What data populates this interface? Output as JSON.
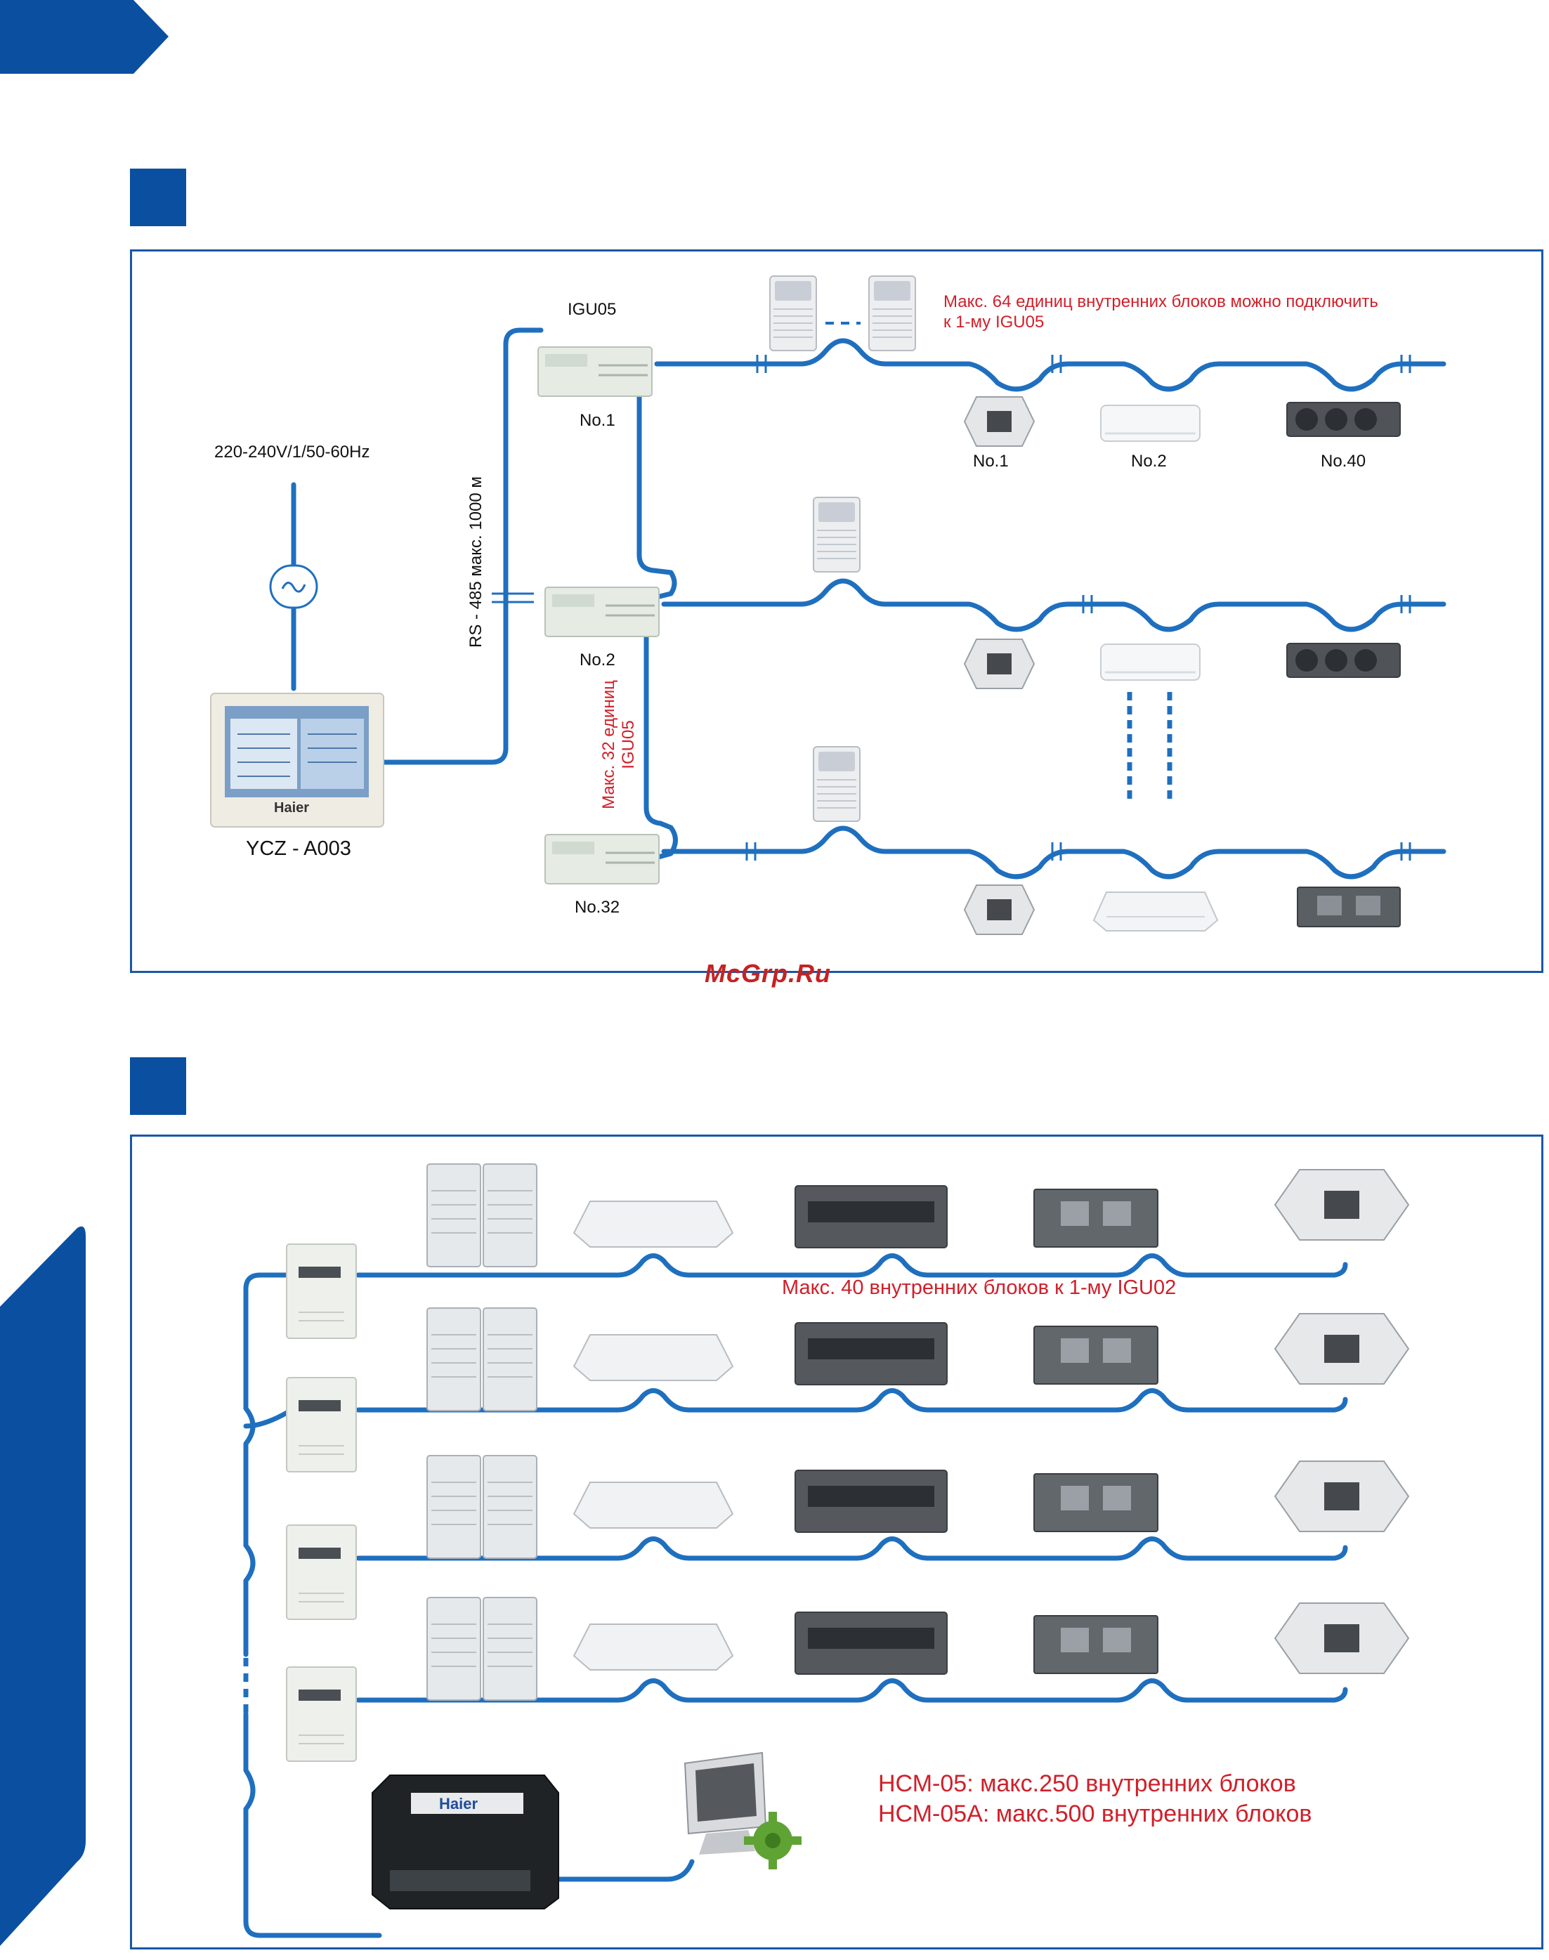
{
  "colors": {
    "accent": "#0b4fa0",
    "line": "#1f6fbf",
    "frame": "#1a57a6",
    "note_red": "#d0202a"
  },
  "diagram1": {
    "power_label": "220-240V/1/50-60Hz",
    "controller_label": "YCZ - A003",
    "controller_brand": "Haier",
    "bus_label": "RS - 485 макс. 1000 м",
    "gateway_title": "IGU05",
    "gateway_labels": [
      "No.1",
      "No.2",
      "No.32"
    ],
    "gateway_note": [
      "Макс. 32 единиц",
      "IGU05"
    ],
    "top_note": [
      "Макс. 64 единиц внутренних блоков можно подключить",
      "к 1-му IGU05"
    ],
    "indoor_labels": [
      "No.1",
      "No.2",
      "No.40"
    ]
  },
  "diagram2": {
    "note_row1": "Макс. 40 внутренних блоков к 1-му IGU02",
    "hcm_notes": [
      "НСМ-05: макс.250 внутренних блоков",
      "НСМ-05А: макс.500 внутренних блоков"
    ],
    "hcm_brand": "Haier"
  },
  "watermark": "McGrp.Ru",
  "icons": {
    "tilde": "ac-power-icon",
    "controller": "touch-controller-icon",
    "gateway": "gateway-module-icon",
    "outdoor": "outdoor-unit-icon",
    "cassette": "cassette-unit-icon",
    "wall": "wall-split-icon",
    "duct": "duct-unit-icon",
    "ceiling": "ceiling-unit-icon",
    "hcm": "hcm-box-icon",
    "pc": "computer-monitor-icon",
    "gear": "gear-icon"
  }
}
